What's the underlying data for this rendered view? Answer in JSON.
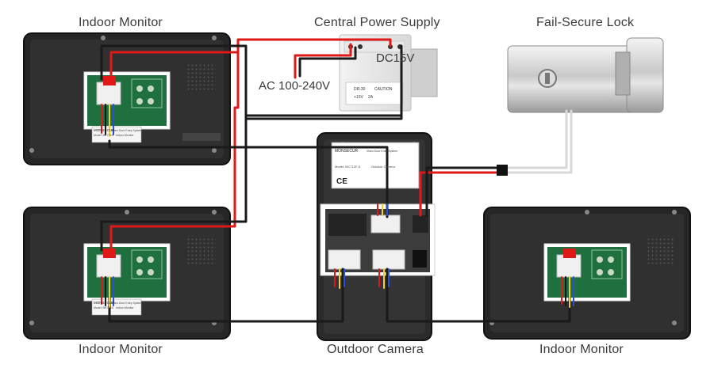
{
  "labels": {
    "indoor_monitor_top_left": "Indoor Monitor",
    "central_power_supply": "Central Power Supply",
    "fail_secure_lock": "Fail-Secure Lock",
    "indoor_monitor_bottom_left": "Indoor Monitor",
    "outdoor_camera": "Outdoor Camera",
    "indoor_monitor_bottom_right": "Indoor Monitor",
    "ac_input": "AC 100-240V",
    "dc_output": "DC15V"
  },
  "psu": {
    "model": "DR-30",
    "voltage": "+15V",
    "current": "2A",
    "caution": "CAUTION"
  },
  "stickers": {
    "brand": "MONSECUR",
    "monitor_desc": "Video Door Entry System",
    "monitor_model": "Model: MK771D",
    "monitor_name": "Indoor Monitor",
    "camera_model": "Model: MC712F-5",
    "camera_name": "Outdoor Camera",
    "ce_mark": "CE"
  },
  "colors": {
    "wire_red": "#e01818",
    "wire_black": "#1a1a1a",
    "wire_yellow": "#f2d21b",
    "wire_blue": "#2c4fd8",
    "wire_white": "#d8d8d8",
    "pcb_green": "#1f6f3f",
    "device_body": "#2a2a2a"
  }
}
